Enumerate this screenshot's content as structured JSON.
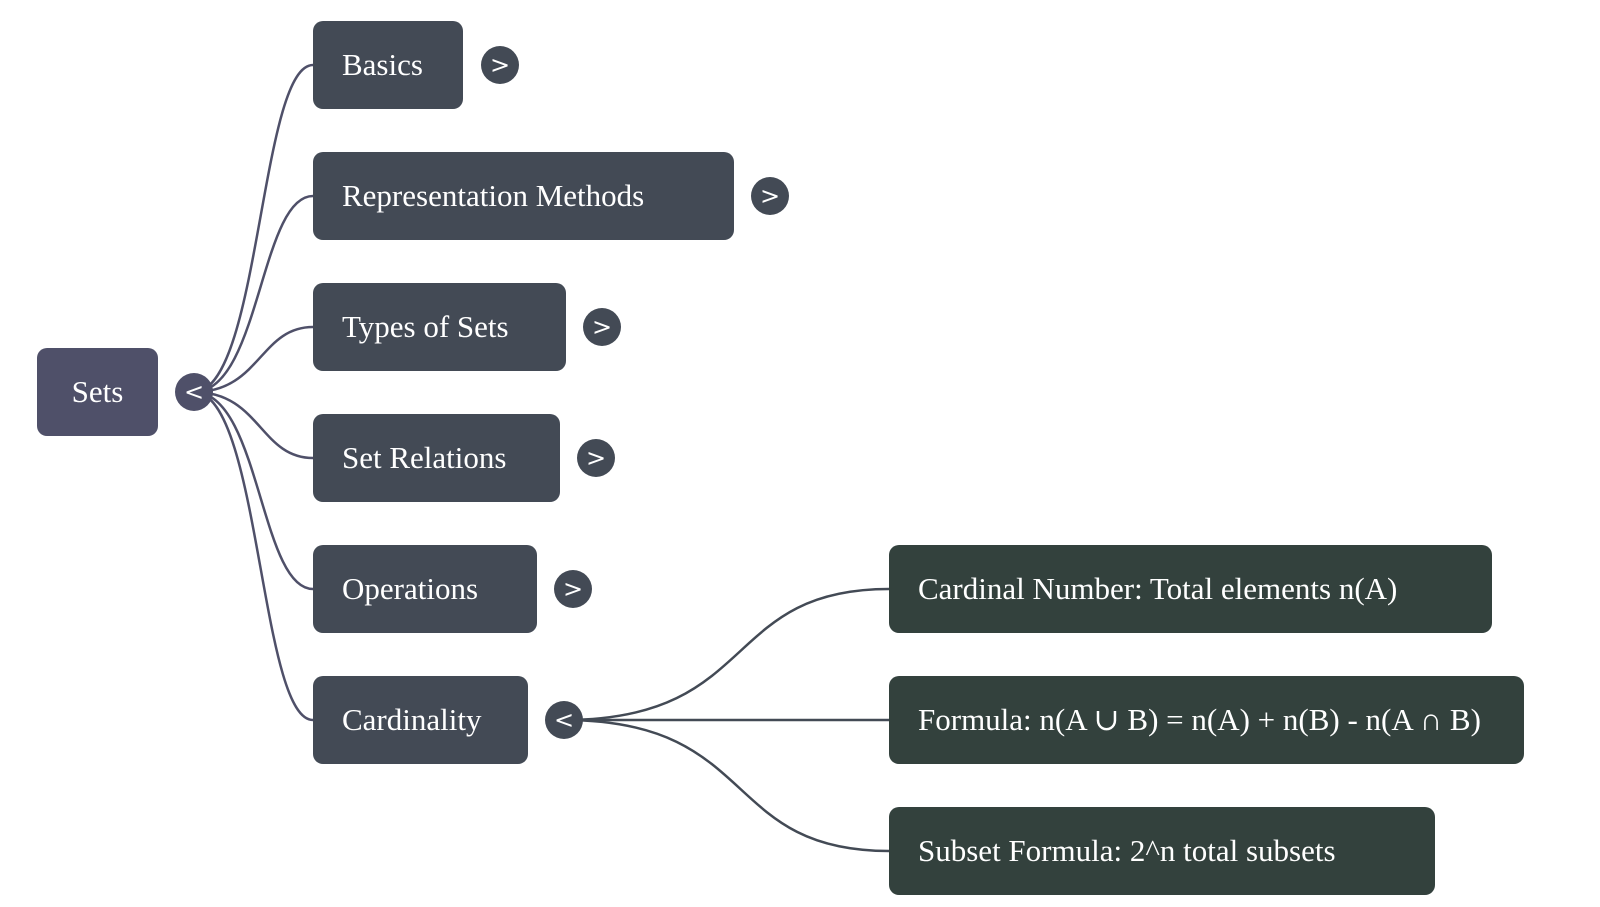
{
  "root": {
    "label": "Sets",
    "toggle": "<"
  },
  "branches": [
    {
      "label": "Basics",
      "toggle": ">"
    },
    {
      "label": "Representation Methods",
      "toggle": ">"
    },
    {
      "label": "Types of Sets",
      "toggle": ">"
    },
    {
      "label": "Set Relations",
      "toggle": ">"
    },
    {
      "label": "Operations",
      "toggle": ">"
    },
    {
      "label": "Cardinality",
      "toggle": "<"
    }
  ],
  "cardinality_children": [
    {
      "label": "Cardinal Number: Total elements n(A)"
    },
    {
      "label": "Formula: n(A ∪ B) = n(A) + n(B) - n(A ∩ B)"
    },
    {
      "label": "Subset Formula: 2^n total subsets"
    }
  ],
  "colors": {
    "root": "#4f5069",
    "branch": "#434a55",
    "leaf": "#33413d",
    "edge": "#4f5069"
  }
}
